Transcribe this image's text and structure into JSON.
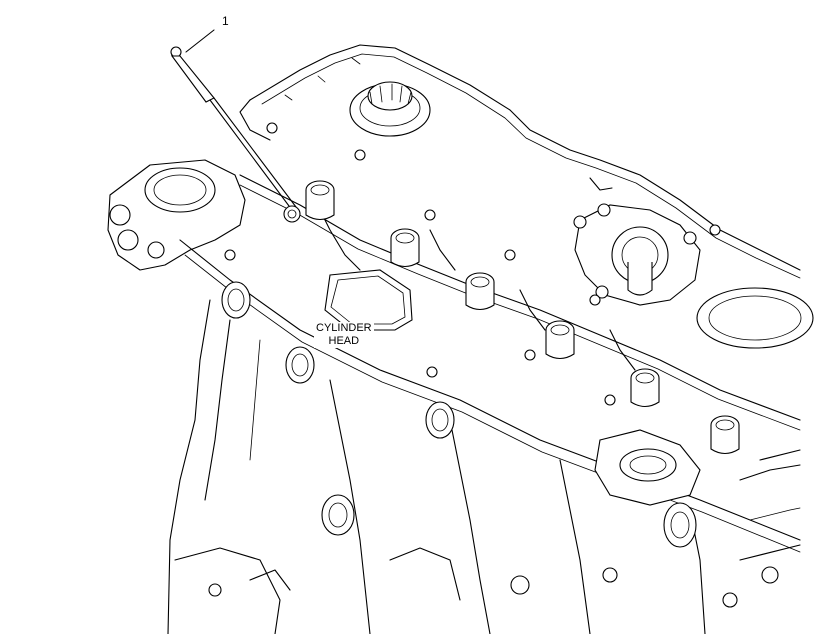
{
  "diagram": {
    "callout_number": "1",
    "component_label_line1": "CYLINDER",
    "component_label_line2": "HEAD"
  }
}
